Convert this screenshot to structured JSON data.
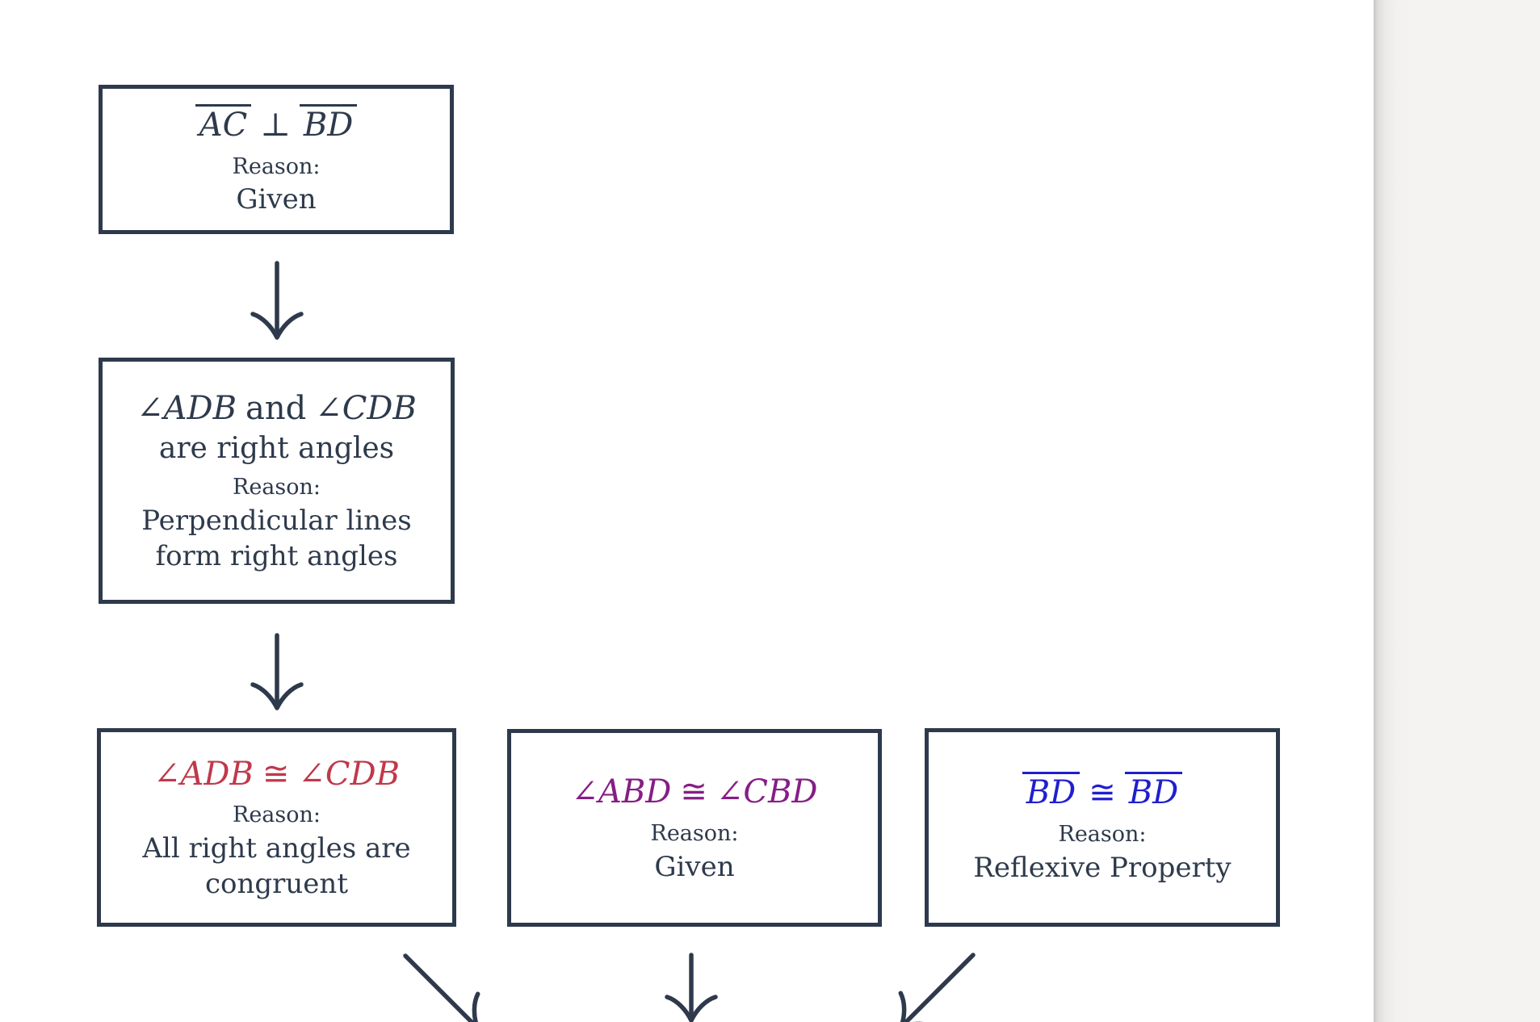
{
  "colors": {
    "accent": "#2e3a4c",
    "statement_red": "#c0394b",
    "statement_purple": "#861e85",
    "statement_blue": "#1f1fce",
    "page_background": "#ffffff",
    "side_panel": "#f4f3f1"
  },
  "boxes": [
    {
      "name": "box-ac-perpendicular-bd",
      "statement_color": "#2e3a4c",
      "statement_lines": [
        {
          "style": "math",
          "segments": [
            {
              "text": "AC",
              "italic": true,
              "overline": true
            },
            {
              "text": "⊥",
              "symbol": true
            },
            {
              "text": "BD",
              "italic": true,
              "overline": true
            }
          ]
        }
      ],
      "reason_label": "Reason:",
      "reason": "Given"
    },
    {
      "name": "box-adb-cdb-right-angles",
      "statement_color": "#2e3a4c",
      "statement_lines": [
        {
          "style": "math",
          "segments": [
            {
              "text": "∠ADB",
              "italic": true
            },
            {
              "text": "and",
              "symbol": true
            },
            {
              "text": "∠CDB",
              "italic": true
            }
          ]
        },
        {
          "style": "plain",
          "segments": [
            {
              "text": "are right angles"
            }
          ]
        }
      ],
      "reason_label": "Reason:",
      "reason": "Perpendicular lines form right angles"
    },
    {
      "name": "box-adb-congruent-cdb",
      "statement_color": "#c0394b",
      "statement_lines": [
        {
          "style": "math",
          "segments": [
            {
              "text": "∠ADB",
              "italic": true
            },
            {
              "text": "≅",
              "symbol": true
            },
            {
              "text": "∠CDB",
              "italic": true
            }
          ]
        }
      ],
      "reason_label": "Reason:",
      "reason": "All right angles are congruent"
    },
    {
      "name": "box-abd-congruent-cbd",
      "statement_color": "#861e85",
      "statement_lines": [
        {
          "style": "math",
          "segments": [
            {
              "text": "∠ABD",
              "italic": true
            },
            {
              "text": "≅",
              "symbol": true
            },
            {
              "text": "∠CBD",
              "italic": true
            }
          ]
        }
      ],
      "reason_label": "Reason:",
      "reason": "Given"
    },
    {
      "name": "box-bd-congruent-bd",
      "statement_color": "#1f1fce",
      "statement_lines": [
        {
          "style": "math",
          "segments": [
            {
              "text": "BD",
              "italic": true,
              "overline": true
            },
            {
              "text": "≅",
              "symbol": true
            },
            {
              "text": "BD",
              "italic": true,
              "overline": true
            }
          ]
        }
      ],
      "reason_label": "Reason:",
      "reason": "Reflexive Property"
    }
  ]
}
